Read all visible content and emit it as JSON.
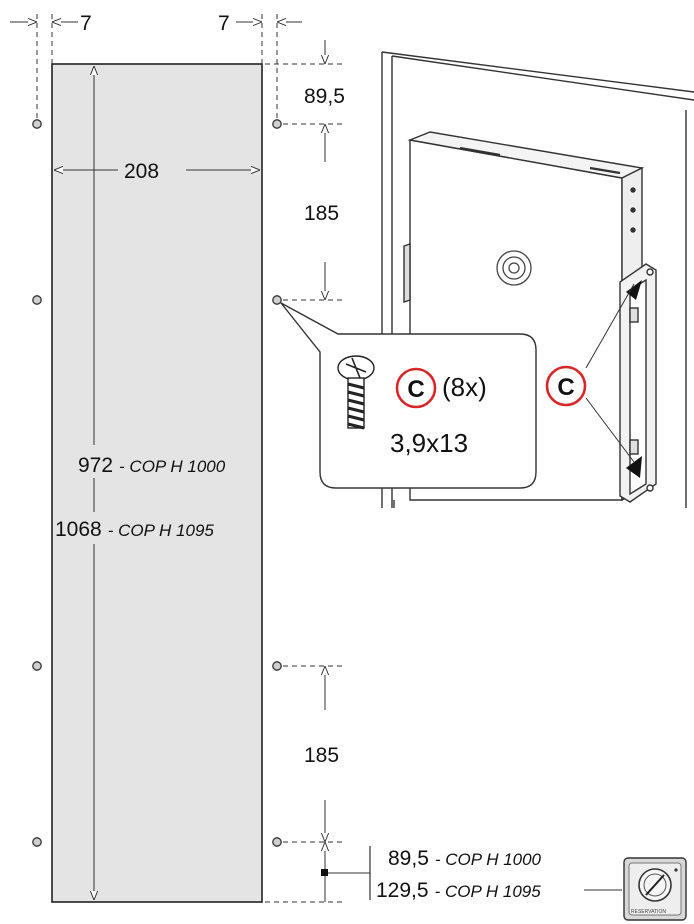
{
  "dimensions": {
    "left_margin": "7",
    "right_margin": "7",
    "panel_width": "208",
    "top_offset": "89,5",
    "hole_spacing_top": "185",
    "hole_spacing_bottom": "185",
    "height_cop_1000_value": "972",
    "height_cop_1000_label": "- COP H 1000",
    "height_cop_1095_value": "1068",
    "height_cop_1095_label": "- COP H 1095",
    "bottom_cop_1000_value": "89,5",
    "bottom_cop_1000_label": "- COP H 1000",
    "bottom_cop_1095_value": "129,5",
    "bottom_cop_1095_label": "- COP H 1095"
  },
  "callout": {
    "screw_letter": "C",
    "quantity": "(8x)",
    "screw_size": "3,9x13",
    "mount_letter": "C"
  },
  "key_switch": {
    "label": "RESERVATION"
  }
}
